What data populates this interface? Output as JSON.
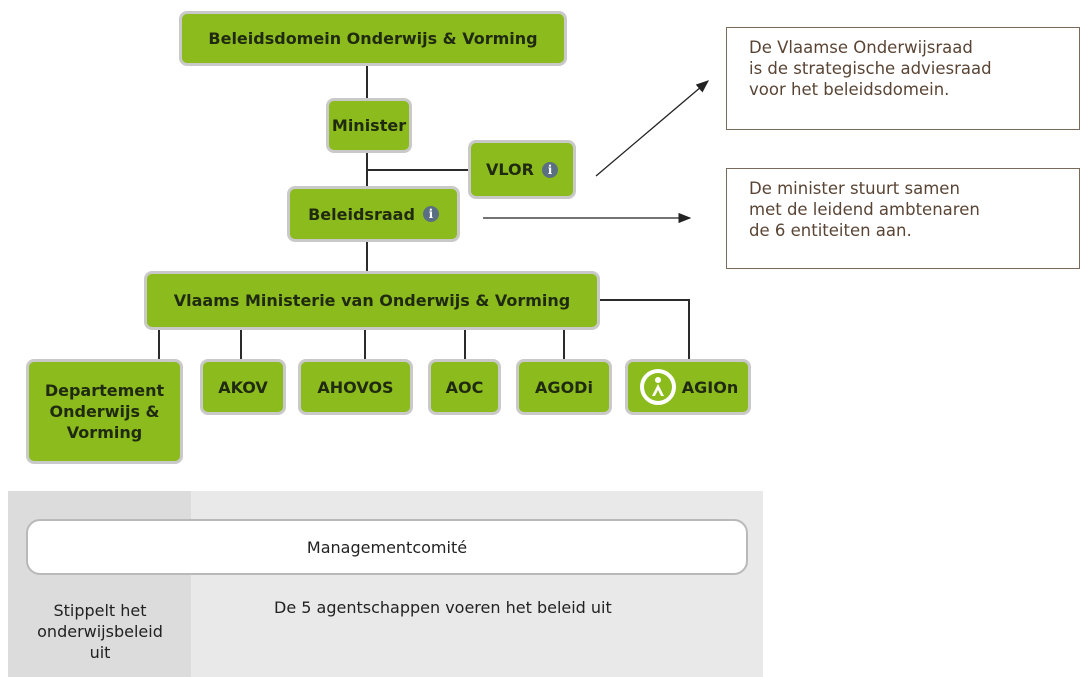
{
  "nodes": {
    "domain": "Beleidsdomein Onderwijs & Vorming",
    "minister": "Minister",
    "vlor": "VLOR",
    "beleidsraad": "Beleidsraad",
    "ministerie": "Vlaams Ministerie van Onderwijs & Vorming",
    "departement": [
      "Departement",
      "Onderwijs &",
      "Vorming"
    ],
    "akov": "AKOV",
    "ahovos": "AHOVOS",
    "aoc": "AOC",
    "agodi": "AGODi",
    "agion": "AGIOn"
  },
  "info_glyph": "i",
  "notes": {
    "vlor": [
      "De Vlaamse Onderwijsraad",
      "is de strategische adviesraad",
      "voor het beleidsdomein."
    ],
    "beleidsraad": [
      "De minister stuurt samen",
      "met de leidend ambtenaren",
      "de 6 entiteiten aan."
    ]
  },
  "panel": {
    "title": "Managementcomité",
    "left_text": [
      "Stippelt het",
      "onderwijsbeleid",
      "uit"
    ],
    "right_text": "De 5 agentschappen voeren het beleid uit"
  },
  "colors": {
    "node_fill": "#8cbb1d",
    "node_border": "#c9c9c9",
    "note_text": "#5a4535",
    "info_icon": "#5b6f82"
  }
}
